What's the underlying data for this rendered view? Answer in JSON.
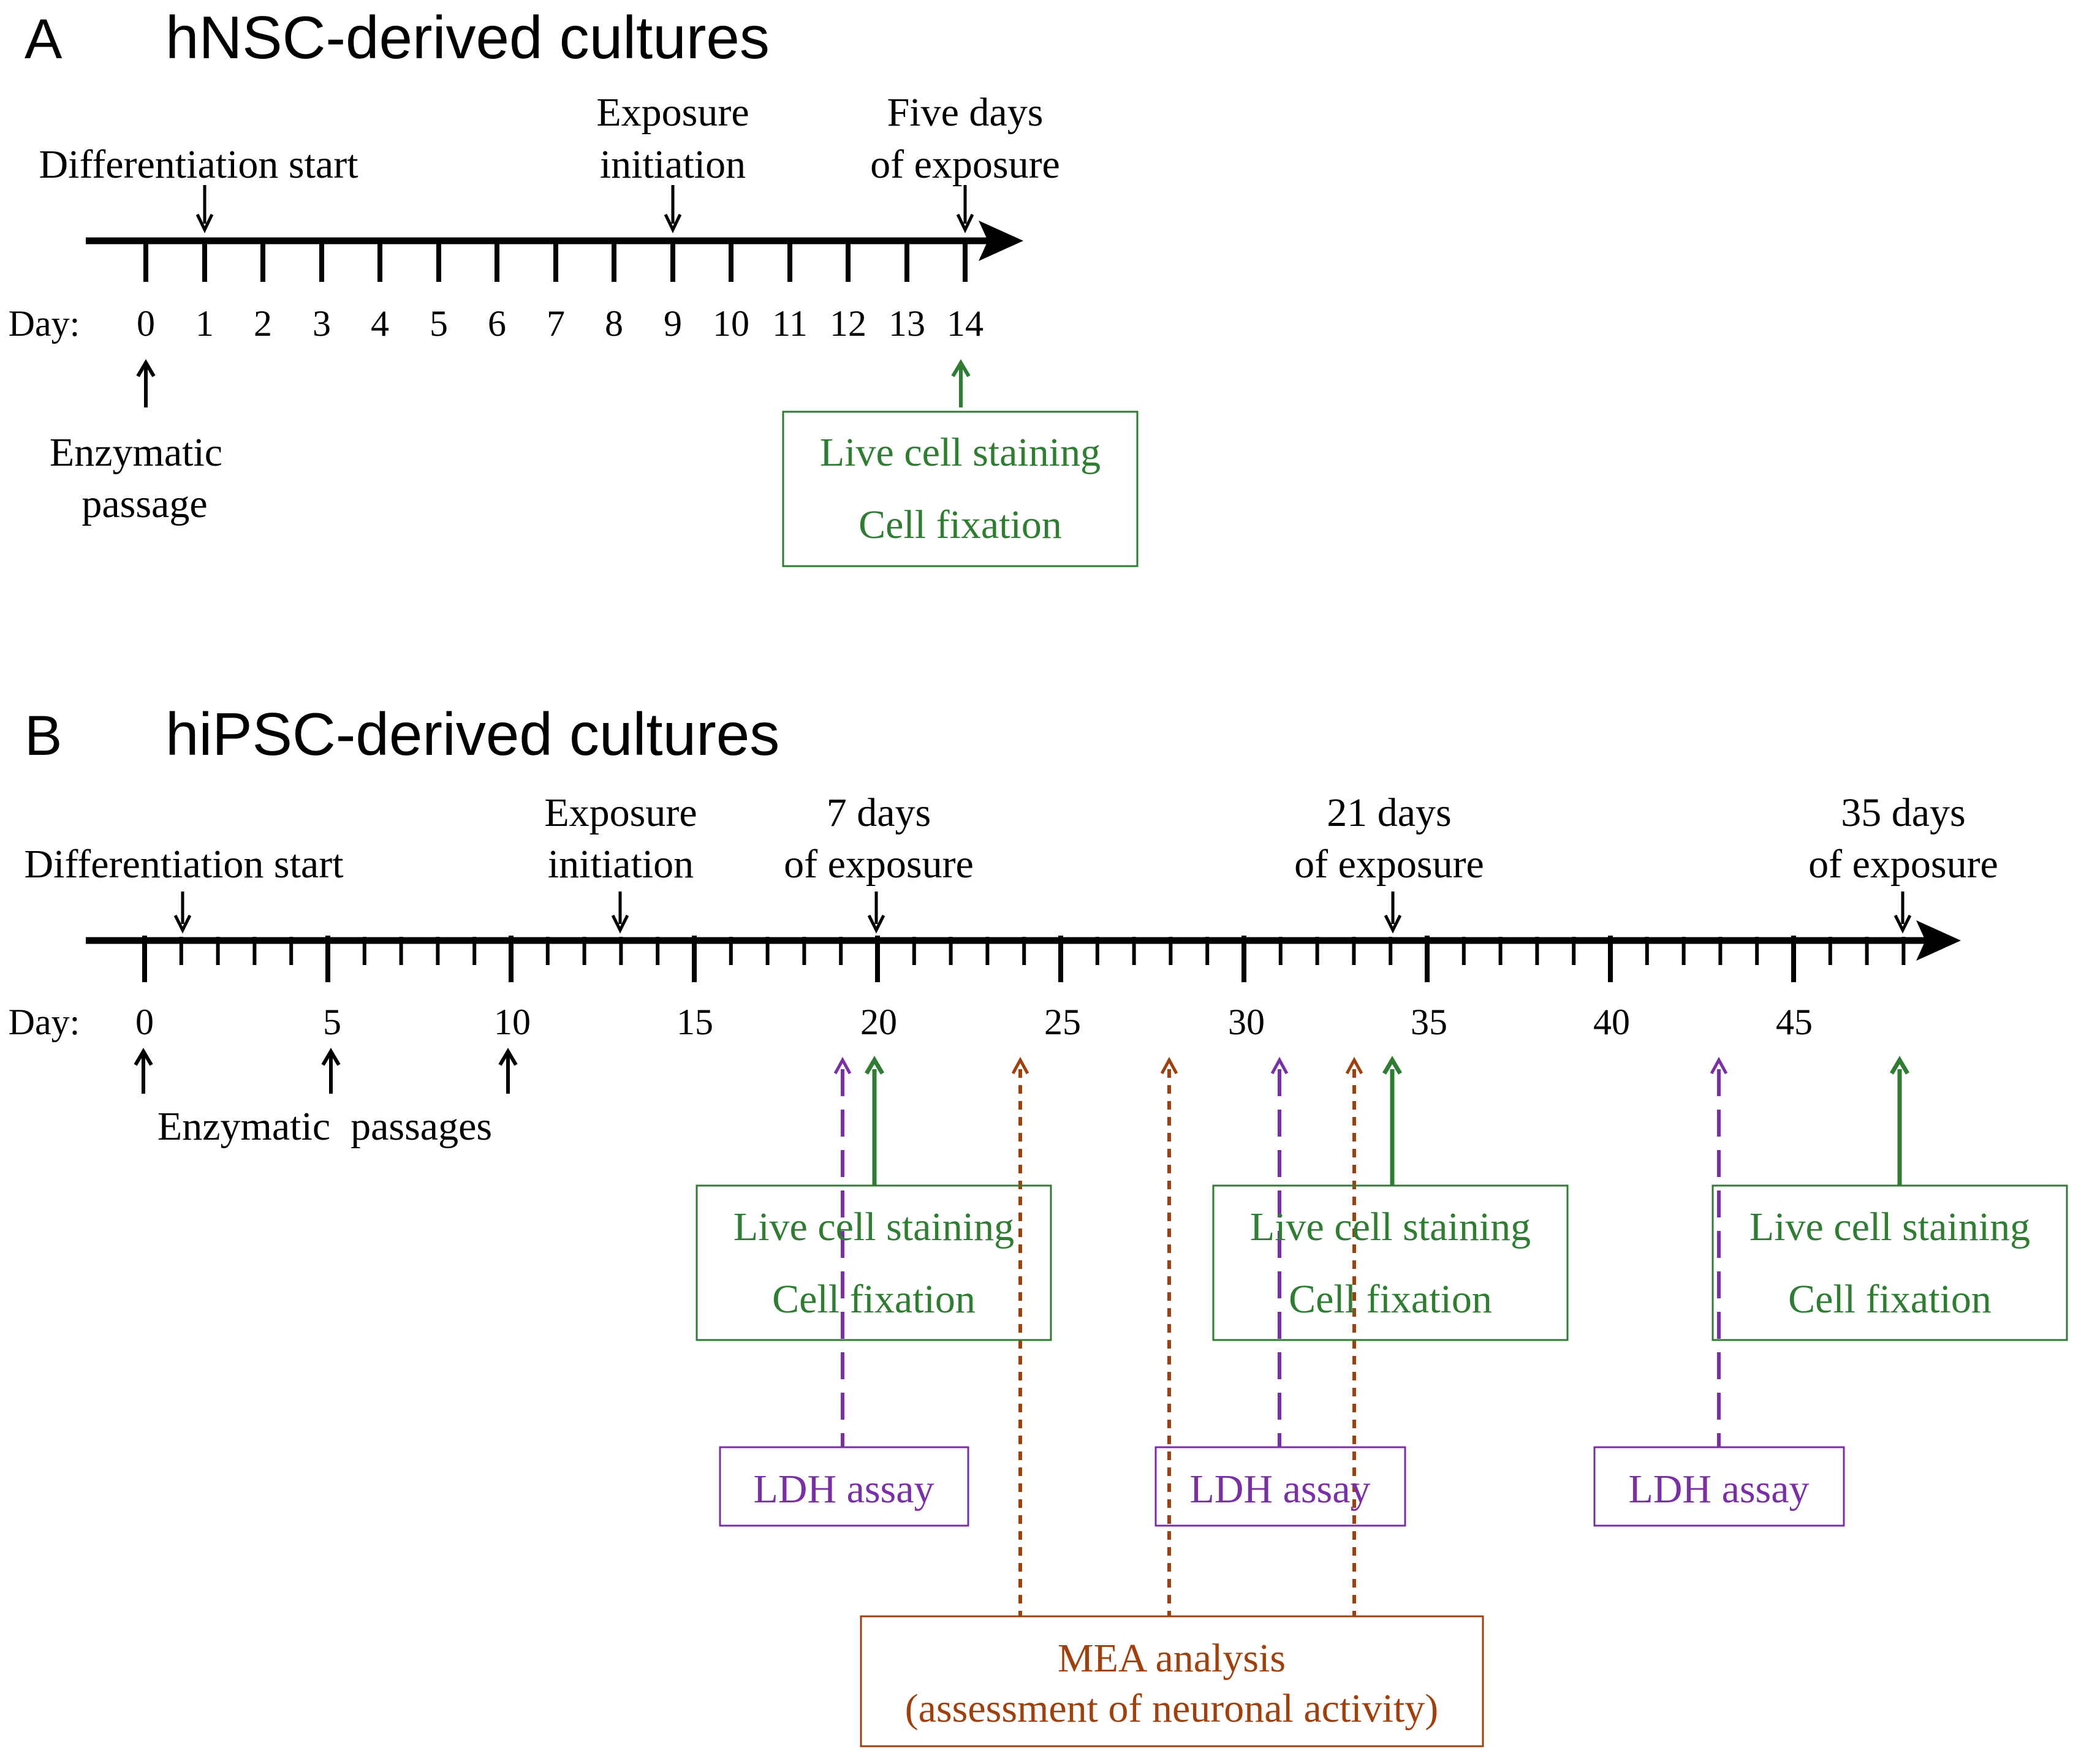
{
  "panel_a": {
    "letter": "A",
    "title": "hNSC-derived cultures",
    "day_prefix": "Day:",
    "tick_labels": [
      "0",
      "1",
      "2",
      "3",
      "4",
      "5",
      "6",
      "7",
      "8",
      "9",
      "10",
      "11",
      "12",
      "13",
      "14"
    ],
    "top_labels": {
      "differentiation_start": "Differentiation start",
      "exposure_line1": "Exposure",
      "exposure_line2": "initiation",
      "five_days_line1": "Five days",
      "five_days_line2": "of exposure"
    },
    "bottom_labels": {
      "enzymatic_line1": "Enzymatic",
      "enzymatic_line2": "passage"
    },
    "assay_box": {
      "line1": "Live cell staining",
      "line2": "Cell fixation"
    }
  },
  "panel_b": {
    "letter": "B",
    "title": "hiPSC-derived cultures",
    "day_prefix": "Day:",
    "tick_labels": [
      "0",
      "5",
      "10",
      "15",
      "20",
      "25",
      "30",
      "35",
      "40",
      "45"
    ],
    "top_labels": {
      "differentiation_start": "Differentiation start",
      "exposure_line1": "Exposure",
      "exposure_line2": "initiation",
      "d7_line1": "7 days",
      "d7_line2": "of exposure",
      "d21_line1": "21 days",
      "d21_line2": "of exposure",
      "d35_line1": "35 days",
      "d35_line2": "of exposure"
    },
    "bottom_labels": {
      "enzymatic_passages": "Enzymatic  passages"
    },
    "staining_boxes": [
      {
        "line1": "Live cell staining",
        "line2": "Cell fixation"
      },
      {
        "line1": "Live cell staining",
        "line2": "Cell fixation"
      },
      {
        "line1": "Live cell staining",
        "line2": "Cell fixation"
      }
    ],
    "ldh_boxes": [
      "LDH assay",
      "LDH assay",
      "LDH assay"
    ],
    "mea_box": {
      "line1": "MEA analysis",
      "line2": "(assessment of neuronal activity)"
    }
  },
  "colors": {
    "axis": "#000000",
    "staining_green": "#2e7d32",
    "ldh_purple": "#7b2fa6",
    "mea_brown": "#a0400c"
  }
}
